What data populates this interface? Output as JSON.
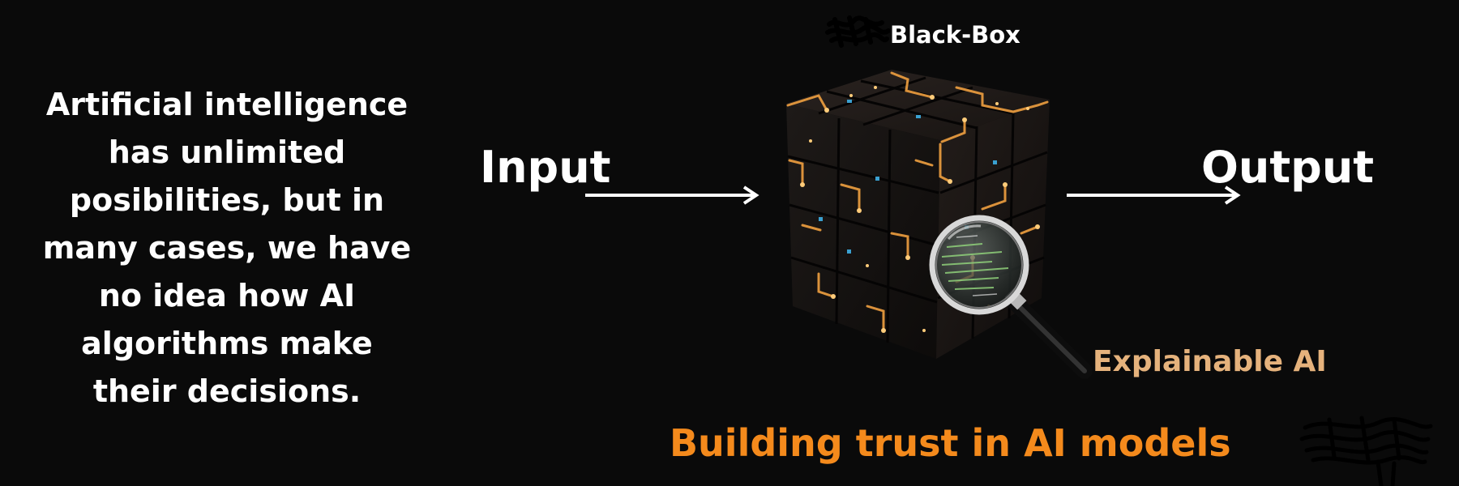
{
  "colors": {
    "background": "#0a0a0a",
    "text": "#ffffff",
    "explainable_label": "#e5b27c",
    "tagline": "#f48a1c",
    "circuit_glow": "#f0a040"
  },
  "intro_lines": [
    "Artificial intelligence",
    "has unlimited",
    "posibilities, but in",
    "many cases, we have",
    "no idea how AI",
    "algorithms make",
    "their decisions."
  ],
  "diagram": {
    "input_label": "Input",
    "output_label": "Output",
    "black_box_label": "Black-Box",
    "explainable_label": "Explainable AI",
    "tagline": "Building trust in AI models"
  },
  "icons": {
    "cube": "circuit-cube-icon",
    "magnifier": "magnifying-glass-icon",
    "arrows": "arrow-right-icon"
  }
}
